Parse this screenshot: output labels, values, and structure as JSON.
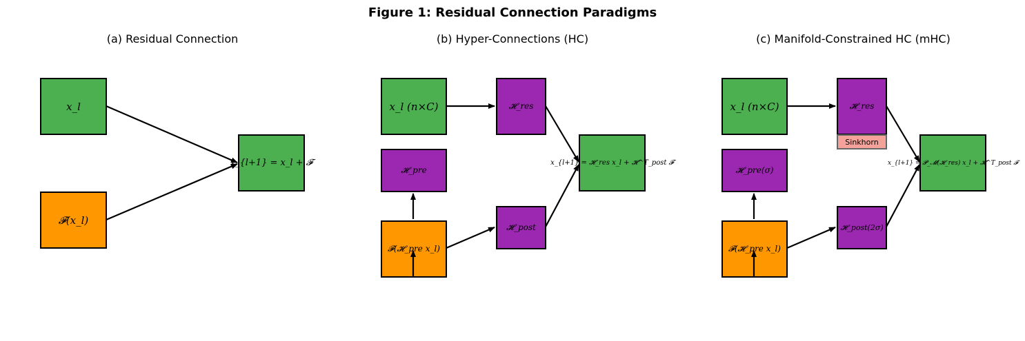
{
  "figure_title": "Figure 1: Residual Connection Paradigms",
  "colors": {
    "green": "#4caf50",
    "purple": "#9c27b0",
    "orange": "#ff9800",
    "sinkhorn": "#f4a29a",
    "arrow": "#000000"
  },
  "panels": {
    "a": {
      "title": "(a) Residual Connection",
      "xl": "x_l",
      "fxl": "𝓕(x_l)",
      "out": "x_{l+1} = x_l + 𝓕"
    },
    "b": {
      "title": "(b) Hyper-Connections (HC)",
      "xl": "x_l (n×C)",
      "hres": "𝓗_res",
      "hpre": "𝓗_pre",
      "hpost": "𝓗_post",
      "f": "𝓕(𝓗_pre x_l)",
      "out": "x_{l+1} = 𝓗_res x_l + 𝓗^T_post 𝓕"
    },
    "c": {
      "title": "(c) Manifold-Constrained HC (mHC)",
      "xl": "x_l (n×C)",
      "hres": "𝓗_res",
      "sinkhorn": "Sinkhorn",
      "hpre": "𝓗_pre(σ)",
      "hpost": "𝓗_post(2σ)",
      "f": "𝓕(𝓗_pre x_l)",
      "out": "x_{l+1} = 𝓟_𝓜(𝓗_res) x_l + 𝓗^T_post 𝓕"
    }
  }
}
